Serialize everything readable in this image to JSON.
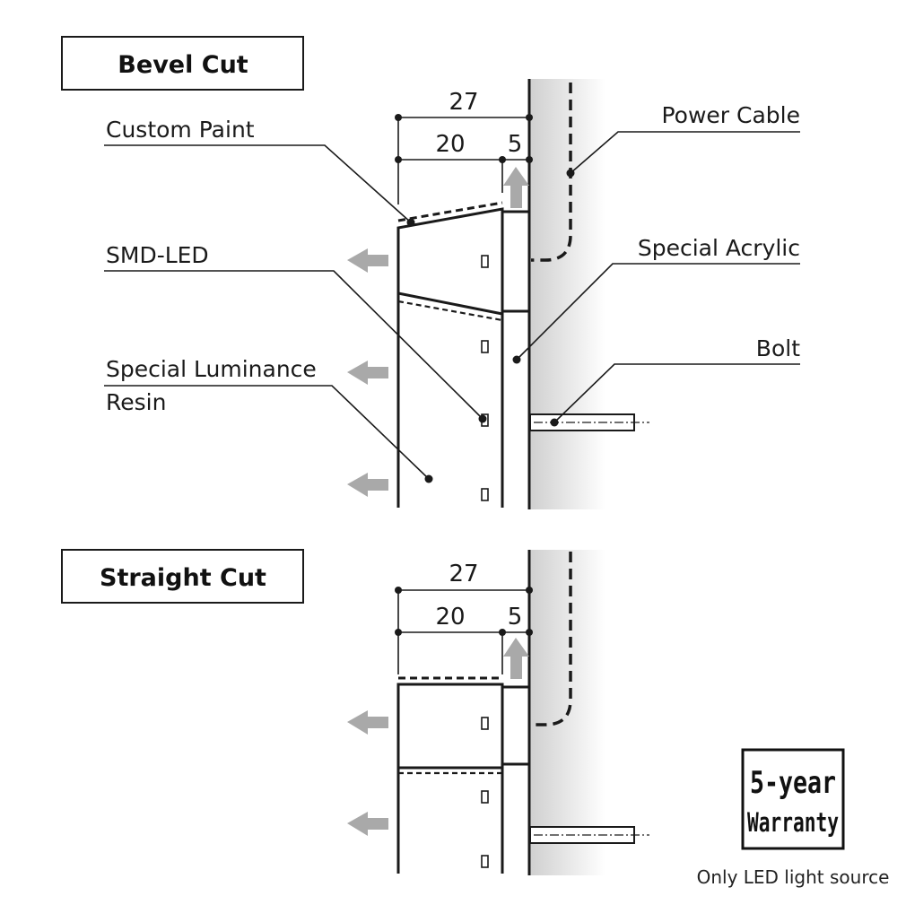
{
  "bevel": {
    "title": "Bevel Cut",
    "dim_total": "27",
    "dim_resin": "20",
    "dim_acrylic": "5",
    "labels": {
      "custom_paint": "Custom Paint",
      "smd_led": "SMD-LED",
      "resin_line1": "Special Luminance",
      "resin_line2": "Resin",
      "power_cable": "Power Cable",
      "special_acrylic": "Special Acrylic",
      "bolt": "Bolt"
    }
  },
  "straight": {
    "title": "Straight Cut",
    "dim_total": "27",
    "dim_resin": "20",
    "dim_acrylic": "5"
  },
  "warranty": {
    "line1": "5-year",
    "line2": "Warranty",
    "note": "Only LED light source"
  },
  "colors": {
    "line": "#1a1a1a",
    "arrow": "#a9a9a9",
    "wall_shade": "#d9d9d9"
  }
}
